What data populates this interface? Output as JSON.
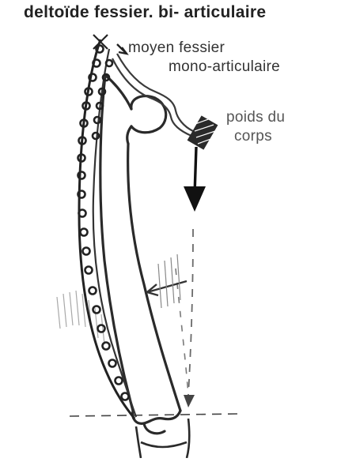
{
  "labels": {
    "deltoid": "deltoïde fessier. bi- articulaire",
    "moyen_line1": "moyen fessier",
    "moyen_line2": "mono-articulaire",
    "poids_line1": "poids du",
    "poids_line2": "corps"
  },
  "colors": {
    "ink": "#1c1c1c",
    "bone_outline": "#2a2a2a",
    "muted": "#8a8a8a"
  }
}
